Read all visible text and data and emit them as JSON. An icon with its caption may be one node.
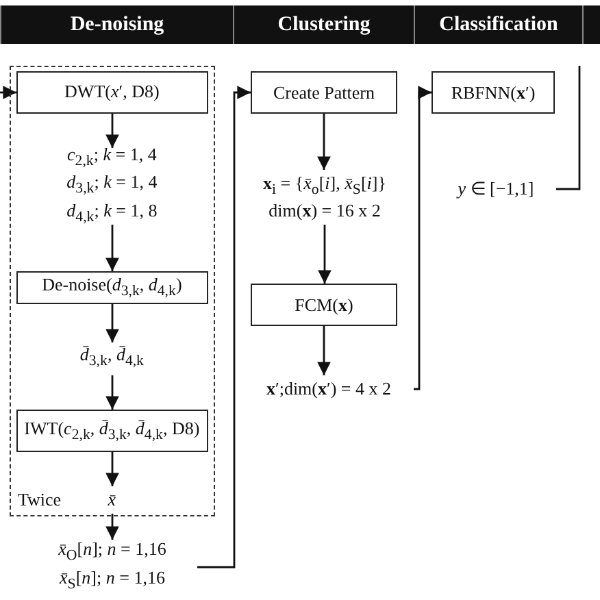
{
  "diagram": {
    "nodes": [
      {
        "text": [
          "De-noising"
        ]
      },
      {
        "text": [
          "Clustering"
        ]
      },
      {
        "text": [
          "Classification"
        ]
      },
      {
        "text": [
          "Twice"
        ]
      },
      {
        "text": [
          "DWT(*x*′, D8)"
        ],
        "in": 3
      },
      {
        "text": [
          "*c*$_{2,k}$; *k* = 1, 4",
          "*d*$_{3,k}$; *k* = 1, 4",
          "*d*$_{4,k}$; *k* = 1, 8"
        ],
        "in": 3
      },
      {
        "text": [
          "De-noise(*d*$_{3,k}$, *d*$_{4,k}$)"
        ],
        "in": 3
      },
      {
        "text": [
          "*d̄*$_{3,k}$, *d̄*$_{4,k}$"
        ],
        "in": 3
      },
      {
        "text": [
          "IWT(*c*$_{2,k}$, *d̄*$_{3,k}$, *d̄*$_{4,k}$, D8)"
        ],
        "in": 3
      },
      {
        "text": [
          "*x̄*"
        ],
        "in": 3
      },
      {
        "text": [
          "*x̄*$_{O}$[*n*]; *n* = 1,16",
          "*x̄*$_{S}$[*n*]; *n* = 1,16"
        ]
      },
      {
        "text": [
          "Create Pattern"
        ]
      },
      {
        "text": [
          "**x**$_{i}$ = {*x̄*$_{o}$[*i*], *x̄*$_{S}$[*i*]}",
          "dim(**x**) = 16 x 2"
        ]
      },
      {
        "text": [
          "FCM(**x**)"
        ]
      },
      {
        "text": [
          "**x**′;dim(**x**′) = 4 x 2"
        ]
      },
      {
        "text": [
          "RBFNN(**x**′)"
        ]
      },
      {
        "text": [
          "*y* ∈ [−1,1]"
        ]
      }
    ],
    "edges": [
      {
        "from": null,
        "to": 4,
        "arrow": "to"
      },
      {
        "from": 4,
        "to": 5,
        "arrow": "to"
      },
      {
        "from": 5,
        "to": 6,
        "arrow": "to"
      },
      {
        "from": 6,
        "to": 7,
        "arrow": "to"
      },
      {
        "from": 7,
        "to": 8,
        "arrow": "to"
      },
      {
        "from": 8,
        "to": 9,
        "arrow": "to"
      },
      {
        "from": 9,
        "to": 10,
        "arrow": "to"
      },
      {
        "from": 10,
        "to": 11,
        "arrow": "to"
      },
      {
        "from": 11,
        "to": 12,
        "arrow": "to"
      },
      {
        "from": 12,
        "to": 13,
        "arrow": "to"
      },
      {
        "from": 13,
        "to": 14,
        "arrow": "to"
      },
      {
        "from": 14,
        "to": 15,
        "arrow": "to"
      },
      {
        "from": 16,
        "to": null,
        "arrow": "none"
      }
    ]
  }
}
